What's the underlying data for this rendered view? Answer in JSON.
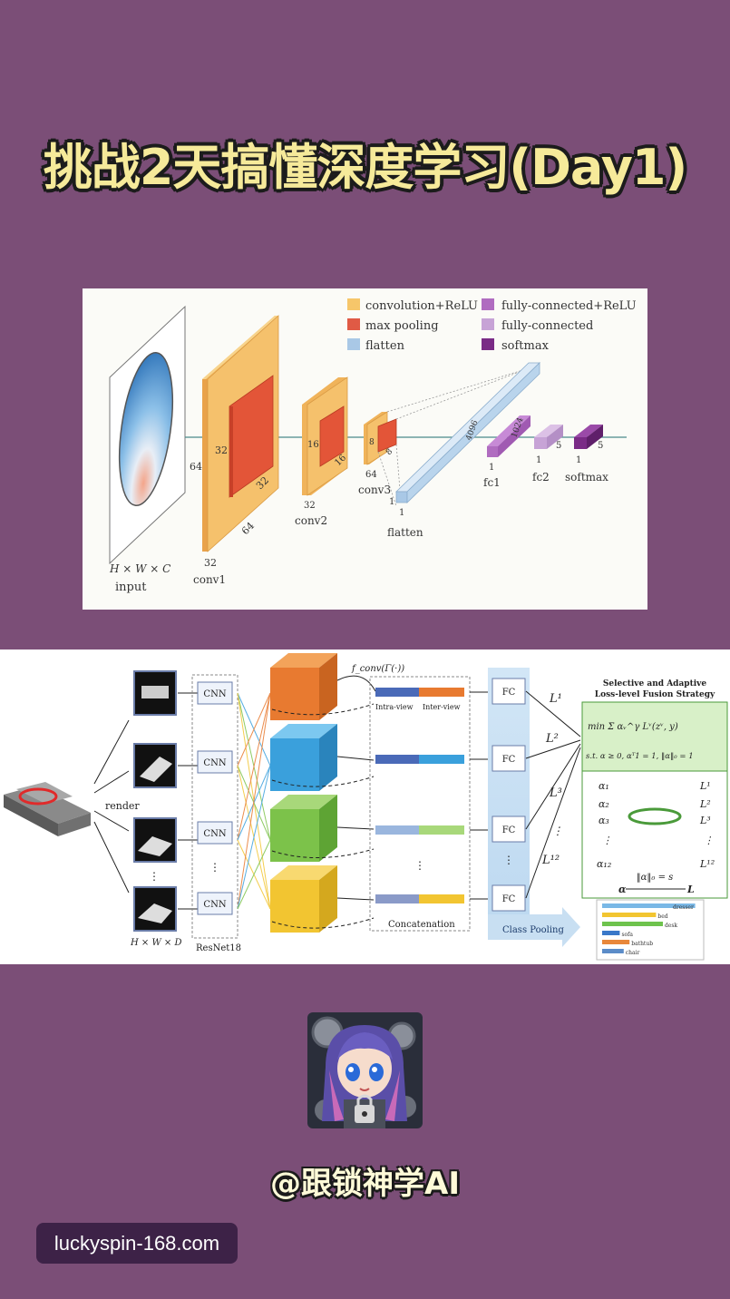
{
  "title": "挑战2天搞懂深度学习(Day1)",
  "figure1": {
    "legend": [
      "convolution+ReLU",
      "fully-connected+ReLU",
      "max pooling",
      "fully-connected",
      "flatten",
      "softmax"
    ],
    "legend_colors": [
      "#f6c66a",
      "#b06cc0",
      "#e05a45",
      "#c7a3d6",
      "#a9c8e6",
      "#7a2b86"
    ],
    "input_dims": "H × W × C",
    "input_label": "input",
    "conv1": {
      "label": "conv1",
      "d1": "64",
      "d2": "32",
      "d3": "32",
      "d4": "64",
      "d5": "32"
    },
    "conv2": {
      "label": "conv2",
      "d1": "16",
      "d2": "16",
      "d3": "32"
    },
    "conv3": {
      "label": "conv3",
      "d1": "8",
      "d2": "8",
      "d3": "64"
    },
    "flatten": {
      "label": "flatten",
      "d1": "1",
      "d2": "1"
    },
    "fc1": {
      "label": "fc1",
      "d1": "4096",
      "d2": "1"
    },
    "fc2": {
      "label": "fc2",
      "d1": "1024",
      "d2": "1",
      "d3": "5"
    },
    "softmax": {
      "label": "softmax",
      "d1": "1",
      "d2": "5"
    }
  },
  "figure2": {
    "render_label": "render",
    "input_dims": "H × W × D",
    "cnn_label": "CNN",
    "backbone": "ResNet18",
    "fconv": "f_conv(Γ(·))",
    "intra_view": "Intra-view",
    "inter_view": "Inter-view",
    "concatenation": "Concatenation",
    "fc_label": "FC",
    "class_pooling": "Class Pooling",
    "losses": [
      "L¹",
      "L²",
      "L³",
      "L¹²"
    ],
    "strategy_title_1": "Selective and Adaptive",
    "strategy_title_2": "Loss-level Fusion Strategy",
    "formula_1": "min Σ αᵥ^γ Lᵛ(zᵛ, y)",
    "formula_2": "s.t. α ≥ 0, αᵀ1 = 1, ‖α‖₀ = 1",
    "alphas": [
      "α₁",
      "α₂",
      "α₃",
      "⋮",
      "α₁₂"
    ],
    "right_losses": [
      "L¹",
      "L²",
      "L³",
      "⋮",
      "L¹²"
    ],
    "norm_eq": "‖α‖₀ = s",
    "alpha_sym": "α",
    "loss_sym": "L",
    "classes": [
      "dresser",
      "bed",
      "desk",
      "sofa",
      "bathtub",
      "chair"
    ],
    "class_colors": [
      "#7ab8e6",
      "#f2c531",
      "#6ec34d",
      "#3a78c8",
      "#e8873a",
      "#5b8cc8"
    ],
    "class_values": [
      0.95,
      0.55,
      0.62,
      0.18,
      0.28,
      0.22
    ]
  },
  "avatar": {
    "icon": "anime-girl-lock-avatar"
  },
  "handle": "@跟锁神学AI",
  "watermark": "luckyspin-168.com"
}
